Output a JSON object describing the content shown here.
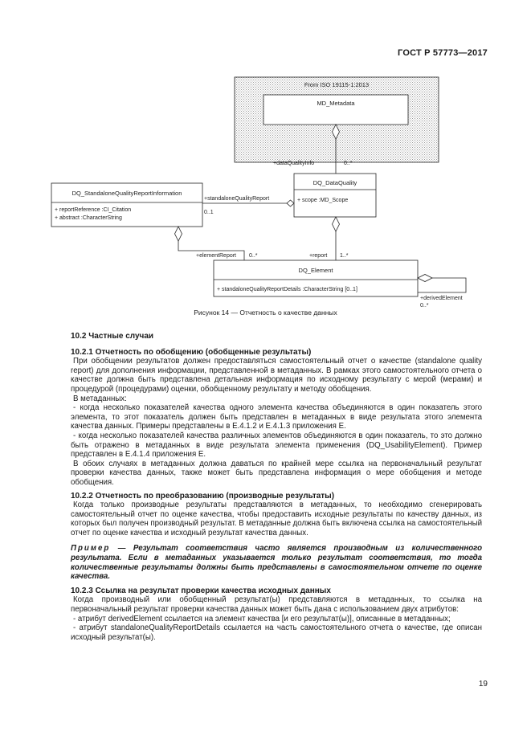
{
  "header": {
    "doc_id": "ГОСТ Р 57773—2017"
  },
  "diagram": {
    "package_label": "From ISO 19115-1:2013",
    "md_metadata": "MD_Metadata",
    "dq_dataquality": {
      "name": "DQ_DataQuality",
      "attr": "+ scope :MD_Scope"
    },
    "dq_standalone": {
      "name": "DQ_StandaloneQualityReportInformation",
      "attr1": "+ reportReference :CI_Citation",
      "attr2": "+ abstract :CharacterString"
    },
    "dq_element": {
      "name": "DQ_Element",
      "attr": "+ standaloneQualityReportDetails :CharacterString [0..1]"
    },
    "labels": {
      "data_quality_info": "+dataQualityInfo",
      "dqi_mult": "0..*",
      "standalone_report": "+standaloneQualityReport",
      "standalone_mult": "0..1",
      "element_report": "+elementReport",
      "element_report_mult": "0..*",
      "report": "+report",
      "report_mult": "1..*",
      "derived_element": "+derivedElement",
      "derived_mult": "0..*"
    }
  },
  "caption": "Рисунок 14 — Отчетность о качестве данных",
  "text": {
    "h_10_2": "10.2 Частные случаи",
    "h_10_2_1": "10.2.1 Отчетность по обобщению (обобщенные результаты)",
    "p1": "При обобщении результатов должен предоставляться самостоятельный отчет о качестве (standalone quality report) для дополнения информации, представленной в метаданных. В рамках этого самостоятельного отчета о качестве должна быть представлена детальная информация по исходному результату с мерой (мерами) и процедурой (процедурами) оценки, обобщенному результату и методу обобщения.",
    "p2": "В метаданных:",
    "p3": "- когда несколько показателей качества одного элемента качества объединяются в один показатель этого элемента, то этот показатель должен быть представлен в метаданных в виде результата этого элемента качества данных. Примеры представлены в Е.4.1.2 и Е.4.1.3 приложения Е.",
    "p4": "- когда несколько показателей качества различных элементов объединяются в один показатель, то это должно быть отражено в метаданных в виде результата элемента применения (DQ_UsabilityElement). Пример представлен в Е.4.1.4 приложения Е.",
    "p5": "В обоих случаях в метаданных должна даваться по крайней мере ссылка на первоначальный результат проверки качества данных, также может быть представлена информация о мере обобщения и методе обобщения.",
    "h_10_2_2": "10.2.2 Отчетность по преобразованию (производные результаты)",
    "p6": "Когда только производные результаты представляются в метаданных, то необходимо сгенерировать самостоятельный отчет по оценке качества, чтобы предоставить исходные результаты по качеству данных, из которых был получен производный результат. В метаданные должна быть включена ссылка на самостоятельный отчет по оценке качества и исходный результат качества данных.",
    "note_label": "Пример",
    "note_text": " — Результат соответствия часто является производным из количественного результата. Если в метаданных указывается только результат соответствия, то тогда количественные результаты должны быть представлены в самостоятельном отчете по оценке качества.",
    "h_10_2_3": "10.2.3 Ссылка на результат проверки качества исходных данных",
    "p7": "Когда производный или обобщенный результат(ы) представляются в метаданных, то ссылка на первоначальный результат проверки качества данных может быть дана с использованием двух атрибутов:",
    "p8": "- атрибут derivedElement ссылается на элемент качества [и его результат(ы)], описанные в метаданных;",
    "p9": "- атрибут standaloneQualityReportDetails ссылается на часть самостоятельного отчета о качестве, где описан исходный результат(ы)."
  },
  "page_number": "19"
}
